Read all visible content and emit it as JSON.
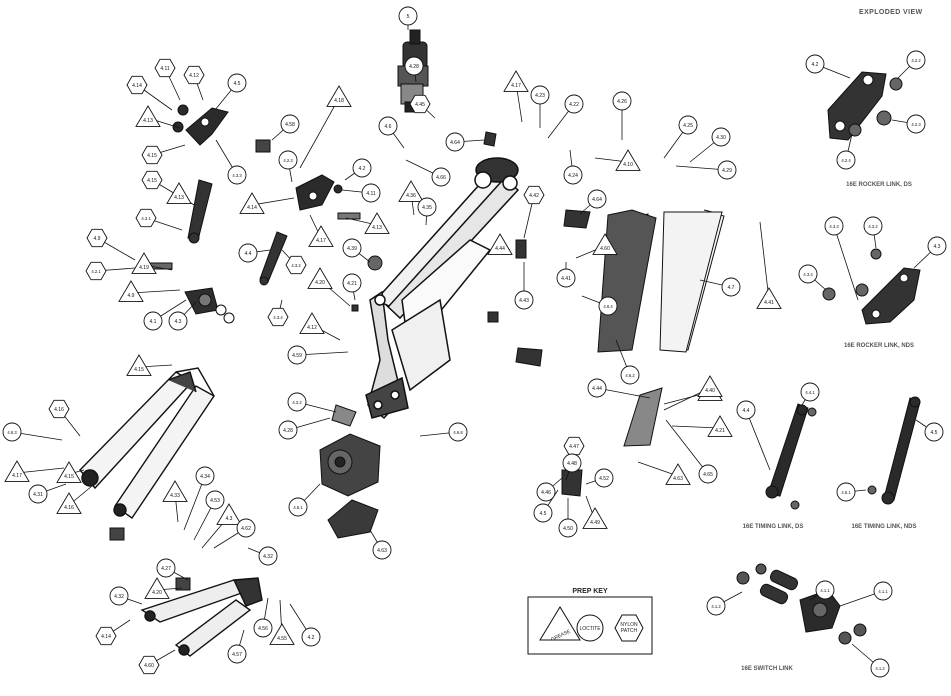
{
  "title": "EXPLODED VIEW",
  "prep_key": {
    "title": "PREP KEY",
    "grease": "GREASE",
    "loctite": "LOCTITE",
    "nylon_line1": "NYLON",
    "nylon_line2": "PATCH"
  },
  "captions": {
    "rocker_ds": "16E ROCKER LINK, DS",
    "rocker_nds": "16E ROCKER LINK, NDS",
    "timing_ds": "16E TIMING LINK, DS",
    "timing_nds": "16E TIMING LINK, NDS",
    "switch": "16E SWITCH LINK"
  },
  "callouts": [
    {
      "id": "c01",
      "label": "5",
      "shape": "circle"
    },
    {
      "id": "c02",
      "label": "4.28",
      "shape": "circle"
    },
    {
      "id": "c03",
      "label": "4.45",
      "shape": "hexagon"
    },
    {
      "id": "c04",
      "label": "4.17",
      "shape": "triangle"
    },
    {
      "id": "c05",
      "label": "4.23",
      "shape": "circle"
    },
    {
      "id": "c06",
      "label": "4.22",
      "shape": "circle"
    },
    {
      "id": "c07",
      "label": "4.26",
      "shape": "circle"
    },
    {
      "id": "c08",
      "label": "4.25",
      "shape": "circle"
    },
    {
      "id": "c09",
      "label": "4.30",
      "shape": "circle"
    },
    {
      "id": "c10",
      "label": "4.29",
      "shape": "circle"
    },
    {
      "id": "c11",
      "label": "4.10",
      "shape": "triangle"
    },
    {
      "id": "c12",
      "label": "4.24",
      "shape": "circle"
    },
    {
      "id": "c13",
      "label": "4.6",
      "shape": "circle"
    },
    {
      "id": "c14",
      "label": "4.64",
      "shape": "circle"
    },
    {
      "id": "c15",
      "label": "4.66",
      "shape": "circle"
    },
    {
      "id": "c16",
      "label": "4.18",
      "shape": "triangle"
    },
    {
      "id": "c17",
      "label": "4.5",
      "shape": "circle"
    },
    {
      "id": "c18",
      "label": "4.11",
      "shape": "hexagon"
    },
    {
      "id": "c19",
      "label": "4.12",
      "shape": "hexagon"
    },
    {
      "id": "c20",
      "label": "4.14",
      "shape": "hexagon"
    },
    {
      "id": "c21",
      "label": "4.13",
      "shape": "triangle"
    },
    {
      "id": "c22",
      "label": "4.3.3",
      "shape": "circle"
    },
    {
      "id": "c23",
      "label": "4.15",
      "shape": "hexagon"
    },
    {
      "id": "c24",
      "label": "4.58",
      "shape": "circle"
    },
    {
      "id": "c25",
      "label": "4.2",
      "shape": "circle"
    },
    {
      "id": "c26",
      "label": "4.2.3",
      "shape": "circle"
    },
    {
      "id": "c27",
      "label": "4.11",
      "shape": "circle"
    },
    {
      "id": "c28",
      "label": "4.14",
      "shape": "triangle"
    },
    {
      "id": "c29",
      "label": "4.13",
      "shape": "triangle"
    },
    {
      "id": "c30",
      "label": "4.17",
      "shape": "triangle"
    },
    {
      "id": "c31",
      "label": "4.36",
      "shape": "triangle"
    },
    {
      "id": "c32",
      "label": "4.35",
      "shape": "circle"
    },
    {
      "id": "c33",
      "label": "4.42",
      "shape": "hexagon"
    },
    {
      "id": "c34",
      "label": "4.64",
      "shape": "circle"
    },
    {
      "id": "c35",
      "label": "4.44",
      "shape": "triangle"
    },
    {
      "id": "c36",
      "label": "4.43",
      "shape": "circle"
    },
    {
      "id": "c37",
      "label": "4.60",
      "shape": "triangle"
    },
    {
      "id": "c38",
      "label": "4.41",
      "shape": "circle"
    },
    {
      "id": "c39",
      "label": "4.7",
      "shape": "circle"
    },
    {
      "id": "c40",
      "label": "4.41",
      "shape": "triangle"
    },
    {
      "id": "c41",
      "label": "4.39",
      "shape": "circle"
    },
    {
      "id": "c42",
      "label": "4.21",
      "shape": "circle"
    },
    {
      "id": "c43",
      "label": "4.20",
      "shape": "triangle"
    },
    {
      "id": "c44",
      "label": "4.12",
      "shape": "triangle"
    },
    {
      "id": "c45",
      "label": "4.59",
      "shape": "circle"
    },
    {
      "id": "c46",
      "label": "4.4",
      "shape": "circle"
    },
    {
      "id": "c47",
      "label": "4.3.2",
      "shape": "hexagon"
    },
    {
      "id": "c48",
      "label": "4.3.4",
      "shape": "hexagon"
    },
    {
      "id": "c49",
      "label": "4.15",
      "shape": "hexagon"
    },
    {
      "id": "c50",
      "label": "4.13",
      "shape": "triangle"
    },
    {
      "id": "c51",
      "label": "4.3.1",
      "shape": "hexagon"
    },
    {
      "id": "c52",
      "label": "4.3",
      "shape": "circle"
    },
    {
      "id": "c53",
      "label": "4.19",
      "shape": "triangle"
    },
    {
      "id": "c54",
      "label": "4.9",
      "shape": "hexagon"
    },
    {
      "id": "c55",
      "label": "4.2.1",
      "shape": "hexagon"
    },
    {
      "id": "c56",
      "label": "4.9",
      "shape": "triangle"
    },
    {
      "id": "c57",
      "label": "4.1",
      "shape": "circle"
    },
    {
      "id": "c58",
      "label": "4.15",
      "shape": "triangle"
    },
    {
      "id": "c59",
      "label": "4.1.1",
      "shape": "circle"
    },
    {
      "id": "c60",
      "label": "4.15",
      "shape": "triangle"
    },
    {
      "id": "c61",
      "label": "4.16",
      "shape": "hexagon"
    },
    {
      "id": "c62",
      "label": "4.6.3",
      "shape": "circle"
    },
    {
      "id": "c63",
      "label": "4.6.4",
      "shape": "circle"
    },
    {
      "id": "c64",
      "label": "4.6.2",
      "shape": "circle"
    },
    {
      "id": "c65",
      "label": "4.3.2",
      "shape": "circle"
    },
    {
      "id": "c66",
      "label": "4.28",
      "shape": "circle"
    },
    {
      "id": "c67",
      "label": "4.6.8",
      "shape": "circle"
    },
    {
      "id": "c68",
      "label": "4.17",
      "shape": "triangle"
    },
    {
      "id": "c69",
      "label": "4.31",
      "shape": "circle"
    },
    {
      "id": "c70",
      "label": "4.16",
      "shape": "triangle"
    },
    {
      "id": "c71",
      "label": "4.33",
      "shape": "triangle"
    },
    {
      "id": "c72",
      "label": "4.34",
      "shape": "circle"
    },
    {
      "id": "c73",
      "label": "4.53",
      "shape": "circle"
    },
    {
      "id": "c74",
      "label": "4.3",
      "shape": "triangle"
    },
    {
      "id": "c75",
      "label": "4.62",
      "shape": "circle"
    },
    {
      "id": "c76",
      "label": "4.32",
      "shape": "circle"
    },
    {
      "id": "c77",
      "label": "4.27",
      "shape": "circle"
    },
    {
      "id": "c78",
      "label": "4.20",
      "shape": "triangle"
    },
    {
      "id": "c79",
      "label": "4.32",
      "shape": "circle"
    },
    {
      "id": "c80",
      "label": "4.14",
      "shape": "hexagon"
    },
    {
      "id": "c81",
      "label": "4.60",
      "shape": "hexagon"
    },
    {
      "id": "c82",
      "label": "4.57",
      "shape": "circle"
    },
    {
      "id": "c83",
      "label": "4.56",
      "shape": "circle"
    },
    {
      "id": "c84",
      "label": "4.55",
      "shape": "triangle"
    },
    {
      "id": "c85",
      "label": "4.2",
      "shape": "circle"
    },
    {
      "id": "c86",
      "label": "4.6.1",
      "shape": "circle"
    },
    {
      "id": "c87",
      "label": "4.63",
      "shape": "circle"
    },
    {
      "id": "c88",
      "label": "4.65",
      "shape": "circle"
    },
    {
      "id": "c89",
      "label": "4.20",
      "shape": "triangle"
    },
    {
      "id": "c90",
      "label": "4.21",
      "shape": "triangle"
    },
    {
      "id": "c91",
      "label": "4.47",
      "shape": "hexagon"
    },
    {
      "id": "c92",
      "label": "4.48",
      "shape": "circle"
    },
    {
      "id": "c93",
      "label": "4.5",
      "shape": "circle"
    },
    {
      "id": "c94",
      "label": "4.50",
      "shape": "circle"
    },
    {
      "id": "c95",
      "label": "4.52",
      "shape": "circle"
    },
    {
      "id": "c96",
      "label": "4.49",
      "shape": "triangle"
    },
    {
      "id": "c97",
      "label": "4.46",
      "shape": "circle"
    },
    {
      "id": "c98",
      "label": "4.44",
      "shape": "circle"
    },
    {
      "id": "c99",
      "label": "4.40",
      "shape": "triangle"
    },
    {
      "id": "c100",
      "label": "4.63",
      "shape": "triangle"
    },
    {
      "id": "c101",
      "label": "4.2",
      "shape": "circle"
    },
    {
      "id": "c102",
      "label": "4.2.2",
      "shape": "circle"
    },
    {
      "id": "c103",
      "label": "4.2.3",
      "shape": "circle"
    },
    {
      "id": "c104",
      "label": "4.2.4",
      "shape": "circle"
    },
    {
      "id": "c105",
      "label": "4.3.3",
      "shape": "circle"
    },
    {
      "id": "c106",
      "label": "4.3.2",
      "shape": "circle"
    },
    {
      "id": "c107",
      "label": "4.3",
      "shape": "circle"
    },
    {
      "id": "c108",
      "label": "4.3.4",
      "shape": "circle"
    },
    {
      "id": "c109",
      "label": "4.4",
      "shape": "circle"
    },
    {
      "id": "c110",
      "label": "4.4.1",
      "shape": "circle"
    },
    {
      "id": "c111",
      "label": "4.5",
      "shape": "circle"
    },
    {
      "id": "c112",
      "label": "4.5.1",
      "shape": "circle"
    },
    {
      "id": "c113",
      "label": "4.1.1",
      "shape": "circle"
    },
    {
      "id": "c114",
      "label": "4.1.2",
      "shape": "circle"
    },
    {
      "id": "c115",
      "label": "4.1.2",
      "shape": "circle"
    }
  ]
}
